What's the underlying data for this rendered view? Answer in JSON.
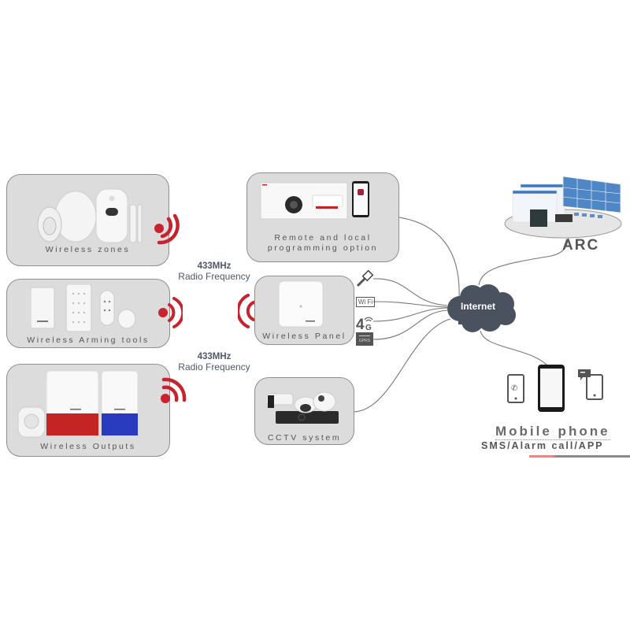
{
  "diagram": {
    "title": "Wireless alarm system architecture",
    "colors": {
      "rf_red": "#c8232c",
      "card_bg": "#dcdcdc",
      "cloud": "#4a5260",
      "siren_red": "#c42424",
      "siren_blue": "#2a3bbf"
    },
    "cards": {
      "zones": {
        "label": "Wireless zones",
        "icon": "detectors-icon"
      },
      "arming": {
        "label": "Wireless Arming tools",
        "icon": "keypads-icon"
      },
      "outputs": {
        "label": "Wireless Outputs",
        "icon": "sirens-icon"
      },
      "programming": {
        "label_line1": "Remote and local",
        "label_line2": "programming option",
        "icon": "laptop-phone-icon"
      },
      "panel": {
        "label": "Wireless Panel",
        "icon": "control-panel-icon"
      },
      "cctv": {
        "label": "CCTV system",
        "icon": "cameras-nvr-icon"
      }
    },
    "rf_labels": [
      {
        "freq": "433MHz",
        "desc": "Radio Frequency"
      },
      {
        "freq": "433MHz",
        "desc": "Radio Frequency"
      }
    ],
    "connections": {
      "items": [
        {
          "name": "ethernet",
          "icon": "ethernet-cable-icon"
        },
        {
          "name": "wifi",
          "text": "Wi Fi",
          "icon": "wifi-icon"
        },
        {
          "name": "4g",
          "text": "4G",
          "icon": "4g-icon"
        },
        {
          "name": "gprs",
          "text": "GPRS",
          "icon": "gprs-icon"
        }
      ]
    },
    "internet": {
      "label": "Internet"
    },
    "arc": {
      "label": "ARC"
    },
    "mobile": {
      "title": "Mobile phone",
      "subtitle": "SMS/Alarm call/APP"
    }
  }
}
